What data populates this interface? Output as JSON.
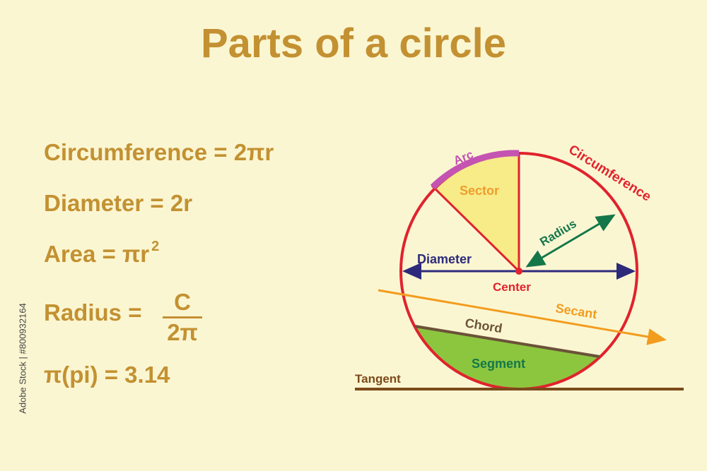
{
  "title": "Parts of a circle",
  "formulas": {
    "circumference": "Circumference = 2πr",
    "diameter": "Diameter = 2r",
    "area": "Area = πr",
    "area_exponent": "2",
    "radius_label": "Radius =",
    "radius_numerator": "C",
    "radius_denominator": "2π",
    "pi": "π(pi) = 3.14"
  },
  "labels": {
    "arc": "Arc",
    "circumference": "Circumference",
    "sector": "Sector",
    "radius": "Radius",
    "diameter": "Diameter",
    "center": "Center",
    "secant": "Secant",
    "chord": "Chord",
    "segment": "Segment",
    "tangent": "Tangent"
  },
  "side_id": "Adobe Stock | #800932164",
  "colors": {
    "background": "#fbf6d2",
    "title": "#c39132",
    "circle": "#e0232e",
    "arc": "#c453b2",
    "sector_fill": "#f7ec88",
    "sector_label": "#ee9d2d",
    "radius": "#14774a",
    "diameter": "#2d2a7c",
    "secant": "#f29c1e",
    "chord": "#6b5238",
    "segment_fill": "#8cc63f",
    "tangent": "#7b4a1a"
  }
}
